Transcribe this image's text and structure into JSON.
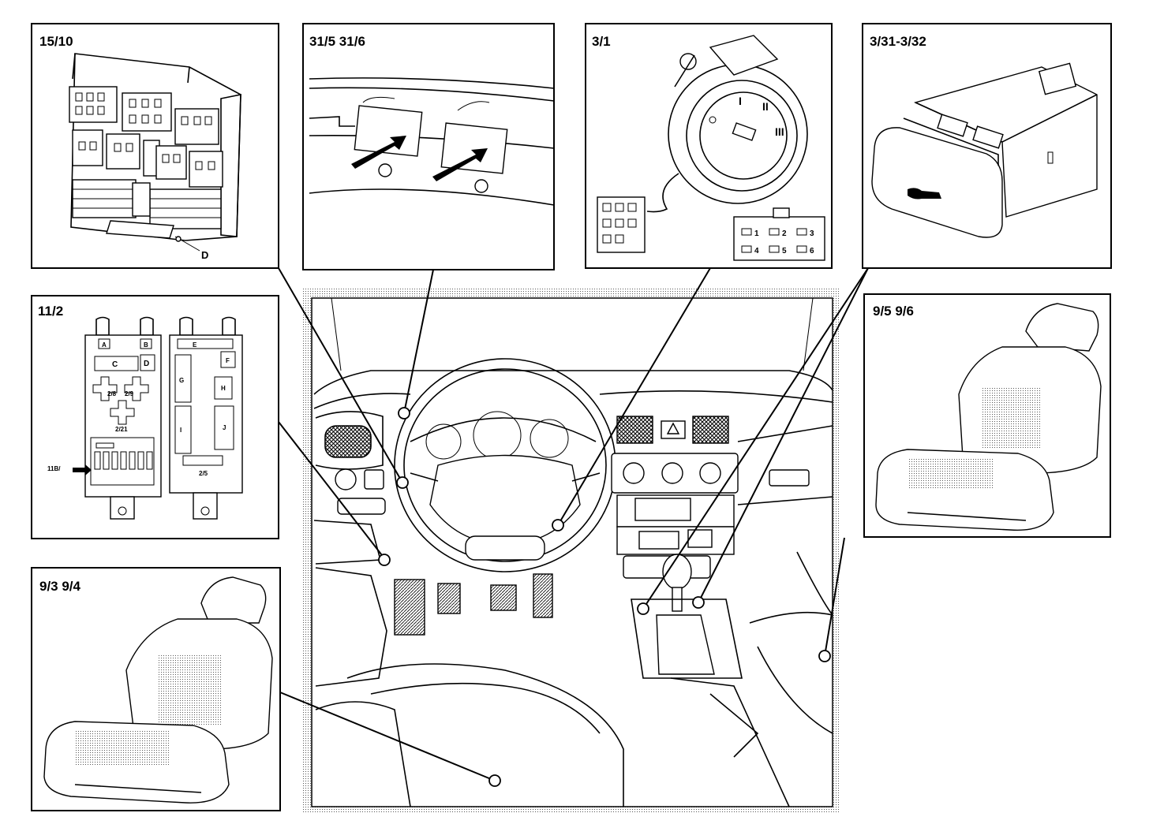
{
  "panels": {
    "p15_10": {
      "label": "15/10",
      "callout": "D"
    },
    "p31_5": {
      "label": "31/5  31/6"
    },
    "p3_1": {
      "label": "3/1",
      "pins": [
        "1",
        "2",
        "3",
        "4",
        "5",
        "6"
      ],
      "positions": [
        "I",
        "II",
        "III"
      ]
    },
    "p3_31": {
      "label": "3/31-3/32"
    },
    "p11_2": {
      "label": "11/2",
      "callout": "11B/",
      "left_box": [
        "A",
        "B",
        "C",
        "D",
        "2/8",
        "2/9",
        "2/21"
      ],
      "right_box": [
        "E",
        "F",
        "G",
        "H",
        "I",
        "J",
        "2/5"
      ]
    },
    "p9_5": {
      "label": "9/5 9/6"
    },
    "p9_3": {
      "label": "9/3 9/4"
    }
  }
}
